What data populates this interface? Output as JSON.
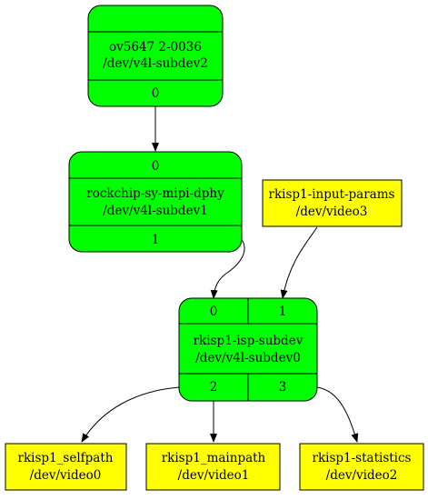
{
  "colors": {
    "subdev_fill": "#00ff00",
    "video_fill": "#ffff00",
    "stroke": "#000000",
    "background": "#ffffff"
  },
  "nodes": {
    "ov5647": {
      "lines": [
        "ov5647 2-0036",
        "/dev/v4l-subdev2"
      ],
      "pad_out": "0"
    },
    "mipi_dphy": {
      "pad_in": "0",
      "lines": [
        "rockchip-sy-mipi-dphy",
        "/dev/v4l-subdev1"
      ],
      "pad_out": "1"
    },
    "input_params": {
      "lines": [
        "rkisp1-input-params",
        "/dev/video3"
      ]
    },
    "isp_subdev": {
      "pads_in": [
        "0",
        "1"
      ],
      "lines": [
        "rkisp1-isp-subdev",
        "/dev/v4l-subdev0"
      ],
      "pads_out": [
        "2",
        "3"
      ]
    },
    "selfpath": {
      "lines": [
        "rkisp1_selfpath",
        "/dev/video0"
      ]
    },
    "mainpath": {
      "lines": [
        "rkisp1_mainpath",
        "/dev/video1"
      ]
    },
    "statistics": {
      "lines": [
        "rkisp1-statistics",
        "/dev/video2"
      ]
    }
  },
  "edges": [
    {
      "from": "ov5647:0",
      "to": "rockchip-sy-mipi-dphy:0"
    },
    {
      "from": "rockchip-sy-mipi-dphy:1",
      "to": "rkisp1-isp-subdev:0"
    },
    {
      "from": "rkisp1-input-params",
      "to": "rkisp1-isp-subdev:1"
    },
    {
      "from": "rkisp1-isp-subdev:2",
      "to": "rkisp1_selfpath"
    },
    {
      "from": "rkisp1-isp-subdev:2",
      "to": "rkisp1_mainpath"
    },
    {
      "from": "rkisp1-isp-subdev:3",
      "to": "rkisp1-statistics"
    }
  ]
}
